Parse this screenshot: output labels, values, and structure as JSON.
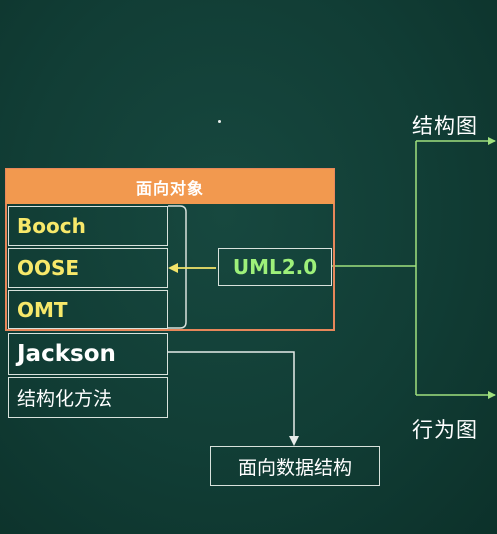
{
  "oo_group": {
    "header": "面向对象",
    "methods": [
      {
        "key": "booch",
        "label": "Booch"
      },
      {
        "key": "oose",
        "label": "OOSE"
      },
      {
        "key": "omt",
        "label": "OMT"
      }
    ]
  },
  "other_methods": {
    "jackson": "Jackson",
    "structured": "结构化方法"
  },
  "uml": {
    "label": "UML2.0"
  },
  "data_structure": {
    "label": "面向数据结构"
  },
  "diagram_types": {
    "structure": "结构图",
    "behavior": "行为图"
  },
  "colors": {
    "board": "#113d35",
    "oo_accent": "#f2994f",
    "method_text": "#f7e86a",
    "uml_text": "#9ef07a",
    "arrow_light": "#9fe07e",
    "arrow_yellow": "#f3e46a"
  }
}
